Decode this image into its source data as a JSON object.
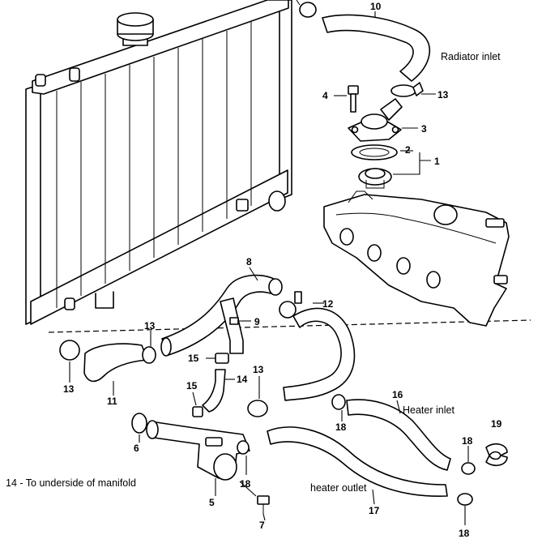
{
  "part_numbers": {
    "p1": "1",
    "p2": "2",
    "p3": "3",
    "p4": "4",
    "p5": "5",
    "p6": "6",
    "p7": "7",
    "p8": "8",
    "p9": "9",
    "p10": "10",
    "p11": "11",
    "p12": "12",
    "p13a": "13",
    "p13b": "13",
    "p13c": "13",
    "p13d": "13",
    "p14": "14",
    "p15a": "15",
    "p15b": "15",
    "p16": "16",
    "p17": "17",
    "p18a": "18",
    "p18b": "18",
    "p18c": "18",
    "p18d": "18",
    "p19": "19"
  },
  "labels": {
    "radiator_inlet": "Radiator inlet",
    "heater_inlet": "Heater inlet",
    "heater_outlet": "heater outlet",
    "footnote": "14 - To underside of manifold"
  },
  "colors": {
    "ink": "#000000",
    "paper": "#ffffff"
  }
}
